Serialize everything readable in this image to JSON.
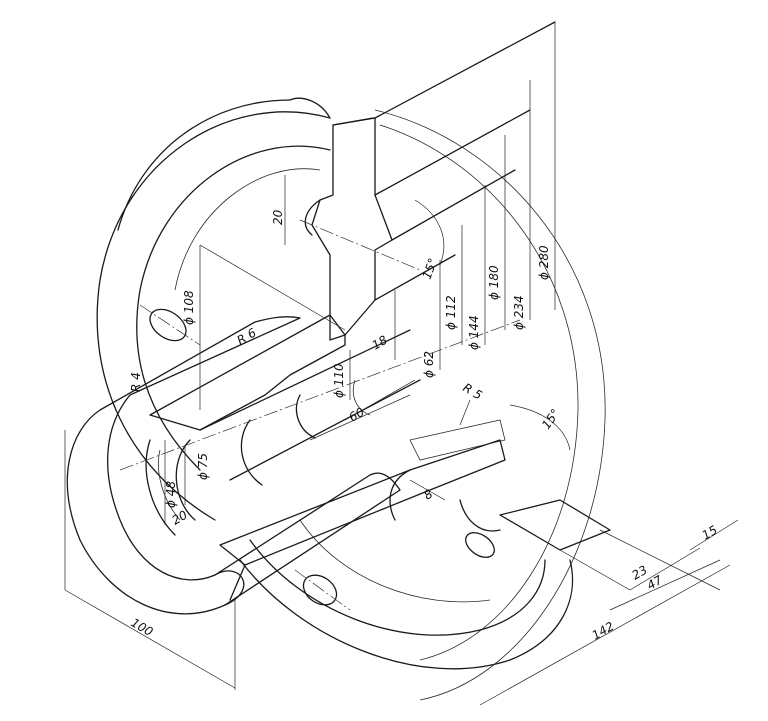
{
  "drawing": {
    "dimensions": {
      "d280": "ϕ 280",
      "d234": "ϕ 234",
      "d180": "ϕ 180",
      "d144": "ϕ 144",
      "d112": "ϕ 112",
      "d62": "ϕ 62",
      "d110": "ϕ 110",
      "d108": "ϕ 108",
      "d75": "ϕ 75",
      "d48": "ϕ 48",
      "r6": "R 6",
      "r4": "R 4",
      "r5": "R 5",
      "a15_top": "15°",
      "a15_right": "15°",
      "l20_top": "20",
      "l18": "18",
      "l60": "60",
      "l8": "8",
      "l20_left": "20",
      "l100": "100",
      "l142": "142",
      "l23": "23",
      "l47": "47",
      "l15": "15"
    }
  }
}
